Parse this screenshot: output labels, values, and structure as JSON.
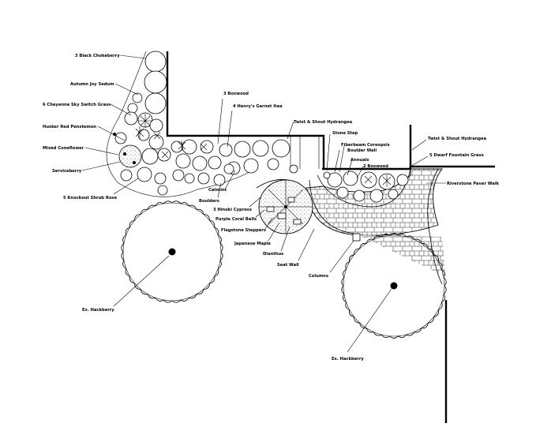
{
  "labels": {
    "black_chokeberry": "3 Black Chokeberry",
    "autumn_joy_sedum": "Autumn Joy Sedum",
    "cheyenne_sky_switch_grass": "6 Cheyenne Sky Switch Grass",
    "husker_red_penstemon": "Husker Red Penstemon",
    "mixed_coneflower": "Mixed Coneflower",
    "serviceberry": "Serviceberry",
    "knockout_shrub_rose": "5 Knockout Shrub Rose",
    "boxwood_3": "3 Boxwood",
    "henrys_garnet_itea": "4 Henry's Garnet Itea",
    "catmint": "Catmint",
    "boulders": "Boulders",
    "hinoki_cypress": "3 Hinoki Cypress",
    "purple_coral_bells": "Purple Coral Bells",
    "flagstone_steppers": "Flagstone Steppers",
    "japanese_maple": "Japanese Maple",
    "dianthus": "Dianthus",
    "seat_wall": "Seat Wall",
    "columns": "Columns",
    "twist_shout_hydrangea_a": "Twist & Shout Hydrangea",
    "stone_step": "Stone Step",
    "boulder_wall": "Boulder Wall",
    "fiberbeam_coreopsis": "Fiberbeam Coreopsis",
    "annuals": "Annuals",
    "boxwood_2": "2 Boxwood",
    "twist_shout_hydrangea_b": "Twist & Shout Hydrangea",
    "dwarf_fountain_grass": "5 Dwarf Fountain Grass",
    "riverstone_paver_walk": "Riverstone Paver Walk",
    "ex_hackberry_left": "Ex. Hackberry",
    "ex_hackberry_right": "Ex. Hackberry"
  }
}
